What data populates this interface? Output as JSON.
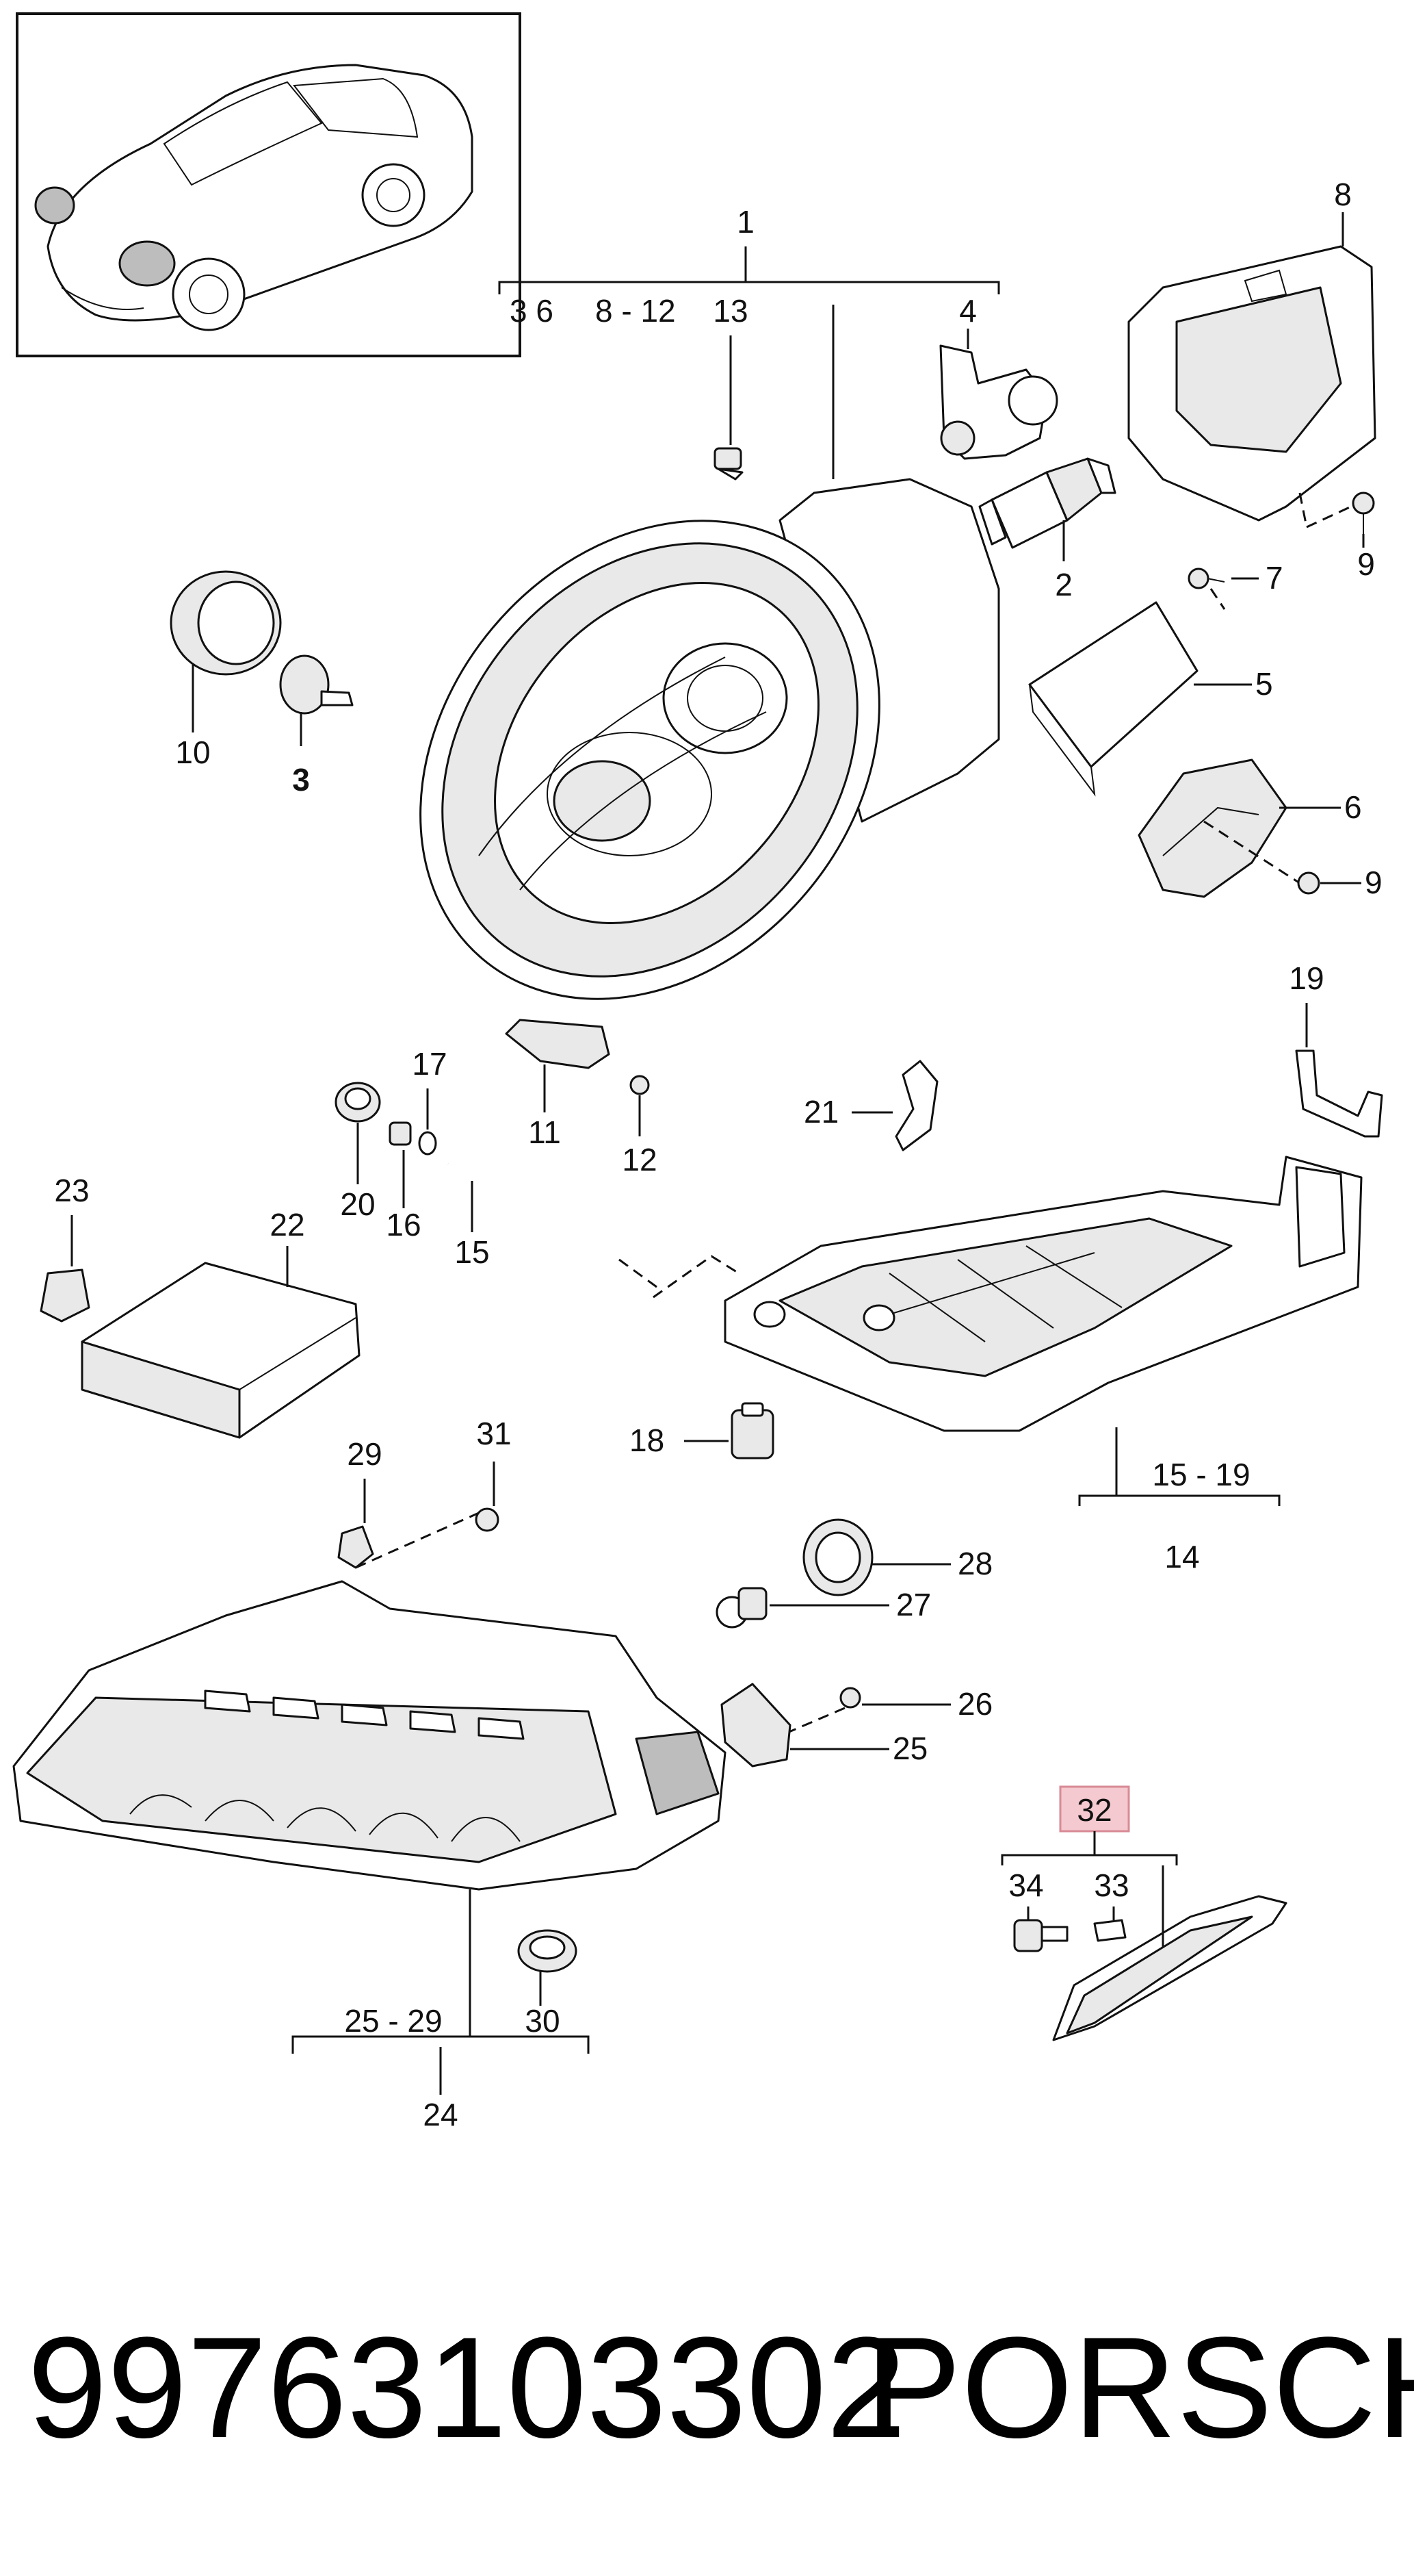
{
  "labels": {
    "1": "1",
    "group_1_a": "3  6",
    "group_1_b": "8 - 12",
    "2": "2",
    "3": "3",
    "4": "4",
    "5": "5",
    "6": "6",
    "7": "7",
    "8": "8",
    "9a": "9",
    "9b": "9",
    "10": "10",
    "11": "11",
    "12": "12",
    "13": "13",
    "14": "14",
    "group_14": "15 - 19",
    "15": "15",
    "16": "16",
    "17": "17",
    "18": "18",
    "19": "19",
    "20": "20",
    "21": "21",
    "22": "22",
    "23": "23",
    "24": "24",
    "group_24": "25 - 29",
    "25": "25",
    "26": "26",
    "27": "27",
    "28": "28",
    "29": "29",
    "30": "30",
    "31": "31",
    "32": "32",
    "33": "33",
    "34": "34"
  },
  "highlight_color": "#f4c9cf",
  "footer": {
    "part_number": "99763103302",
    "brand": "PORSCHE"
  }
}
